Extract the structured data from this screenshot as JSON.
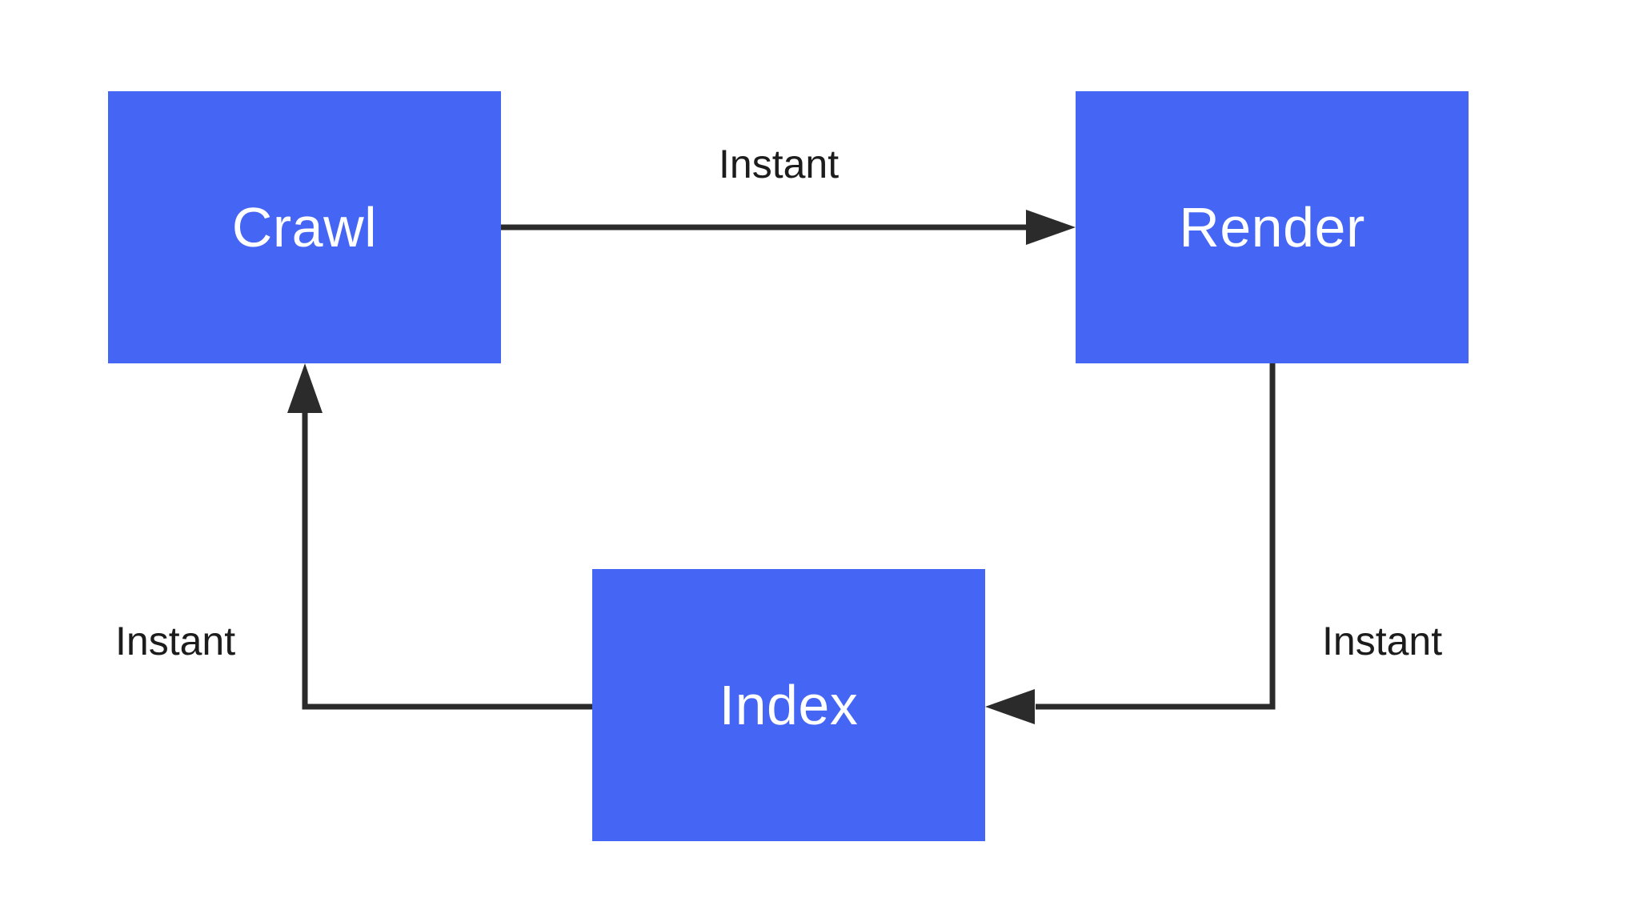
{
  "colors": {
    "node_fill": "#4565f5",
    "node_text": "#ffffff",
    "connector": "#2b2b2b",
    "label_text": "#1c1c1c",
    "background": "#ffffff"
  },
  "nodes": {
    "crawl": {
      "label": "Crawl"
    },
    "render": {
      "label": "Render"
    },
    "index": {
      "label": "Index"
    }
  },
  "edges": [
    {
      "from": "Crawl",
      "to": "Render",
      "label": "Instant"
    },
    {
      "from": "Render",
      "to": "Index",
      "label": "Instant"
    },
    {
      "from": "Index",
      "to": "Crawl",
      "label": "Instant"
    }
  ]
}
